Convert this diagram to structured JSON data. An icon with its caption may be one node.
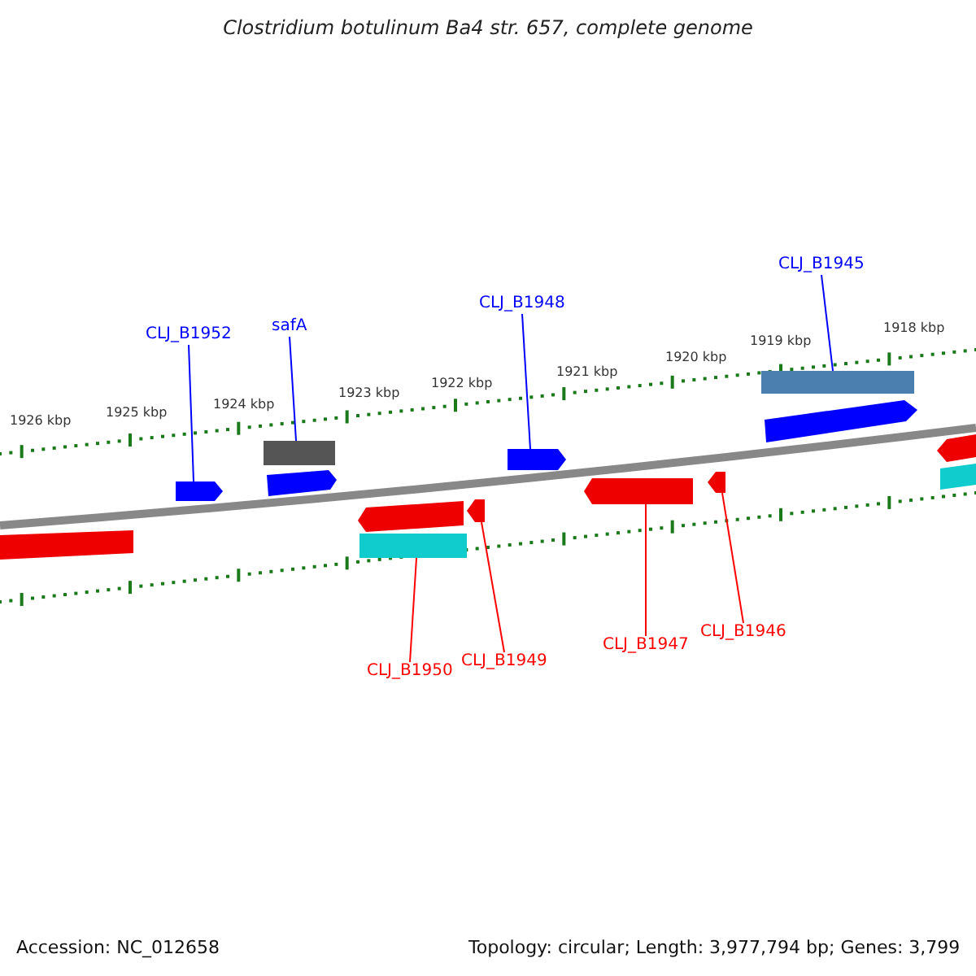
{
  "diagram": {
    "title": "Clostridium botulinum Ba4 str. 657, complete genome",
    "nodes": [
      {
        "text": [
          "CLJ_B1952"
        ]
      },
      {
        "text": [
          "safA"
        ]
      },
      {
        "text": [
          "CLJ_B1948"
        ]
      },
      {
        "text": [
          "CLJ_B1945"
        ]
      },
      {
        "text": [
          "CLJ_B1950"
        ]
      },
      {
        "text": [
          "CLJ_B1949"
        ]
      },
      {
        "text": [
          "CLJ_B1947"
        ]
      },
      {
        "text": [
          "CLJ_B1946"
        ]
      },
      {
        "text": [],
        "shape": "arrow"
      },
      {
        "text": [],
        "shape": "bar"
      },
      {
        "text": [],
        "shape": "arrow"
      },
      {
        "text": [],
        "shape": "bar"
      },
      {
        "text": [],
        "shape": "bar"
      },
      {
        "text": [],
        "shape": "arrow"
      },
      {
        "text": [],
        "shape": "arrow"
      },
      {
        "text": [],
        "shape": "arrow"
      }
    ],
    "edges": [
      {
        "from": 0,
        "to": 8,
        "arrow": "none",
        "color": "#0000ff"
      },
      {
        "from": 1,
        "to": 9,
        "arrow": "none",
        "color": "#0000ff"
      },
      {
        "from": 2,
        "to": 10,
        "arrow": "none",
        "color": "#0000ff"
      },
      {
        "from": 3,
        "to": 11,
        "arrow": "none",
        "color": "#0000ff"
      },
      {
        "from": 4,
        "to": 12,
        "arrow": "none",
        "color": "#ff0000"
      },
      {
        "from": 5,
        "to": 13,
        "arrow": "none",
        "color": "#ff0000"
      },
      {
        "from": 6,
        "to": 14,
        "arrow": "none",
        "color": "#ff0000"
      },
      {
        "from": 7,
        "to": 15,
        "arrow": "none",
        "color": "#ff0000"
      }
    ],
    "labels": [
      "1918 kbp",
      "1919 kbp",
      "1920 kbp",
      "1921 kbp",
      "1922 kbp",
      "1923 kbp",
      "1924 kbp",
      "1925 kbp",
      "1926 kbp",
      "Accession: NC_012658",
      "Topology: circular; Length: 3,977,794 bp; Genes: 3,799"
    ]
  }
}
